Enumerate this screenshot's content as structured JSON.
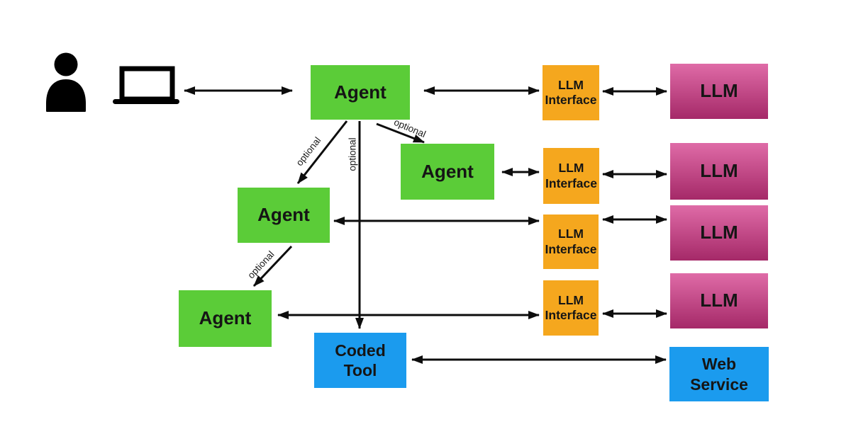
{
  "palette": {
    "agent_green": "#5BCC38",
    "interface_orange": "#F5A71E",
    "tool_blue": "#1B9BEE",
    "llm_pink_top": "#DF6BA7",
    "llm_pink_bottom": "#A52968",
    "line_black": "#0d0d0d",
    "text_black": "#151515",
    "canvas_bg": "#ffffff"
  },
  "nodes": {
    "user": {
      "icon": "person-icon"
    },
    "client": {
      "icon": "laptop-icon"
    },
    "agent_1": {
      "label": "Agent"
    },
    "agent_2": {
      "label": "Agent"
    },
    "agent_3": {
      "label": "Agent"
    },
    "agent_4": {
      "label": "Agent"
    },
    "llm_interface_1": {
      "label": "LLM\nInterface"
    },
    "llm_interface_2": {
      "label": "LLM\nInterface"
    },
    "llm_interface_3": {
      "label": "LLM\nInterface"
    },
    "llm_interface_4": {
      "label": "LLM\nInterface"
    },
    "llm_1": {
      "label": "LLM"
    },
    "llm_2": {
      "label": "LLM"
    },
    "llm_3": {
      "label": "LLM"
    },
    "llm_4": {
      "label": "LLM"
    },
    "coded_tool": {
      "label": "Coded\nTool"
    },
    "web_service": {
      "label": "Web\nService"
    }
  },
  "edge_labels": {
    "agent1_to_agent3": "optional",
    "agent1_to_coded_tool": "optional",
    "agent1_to_agent2": "optional",
    "agent3_to_agent4": "optional"
  }
}
